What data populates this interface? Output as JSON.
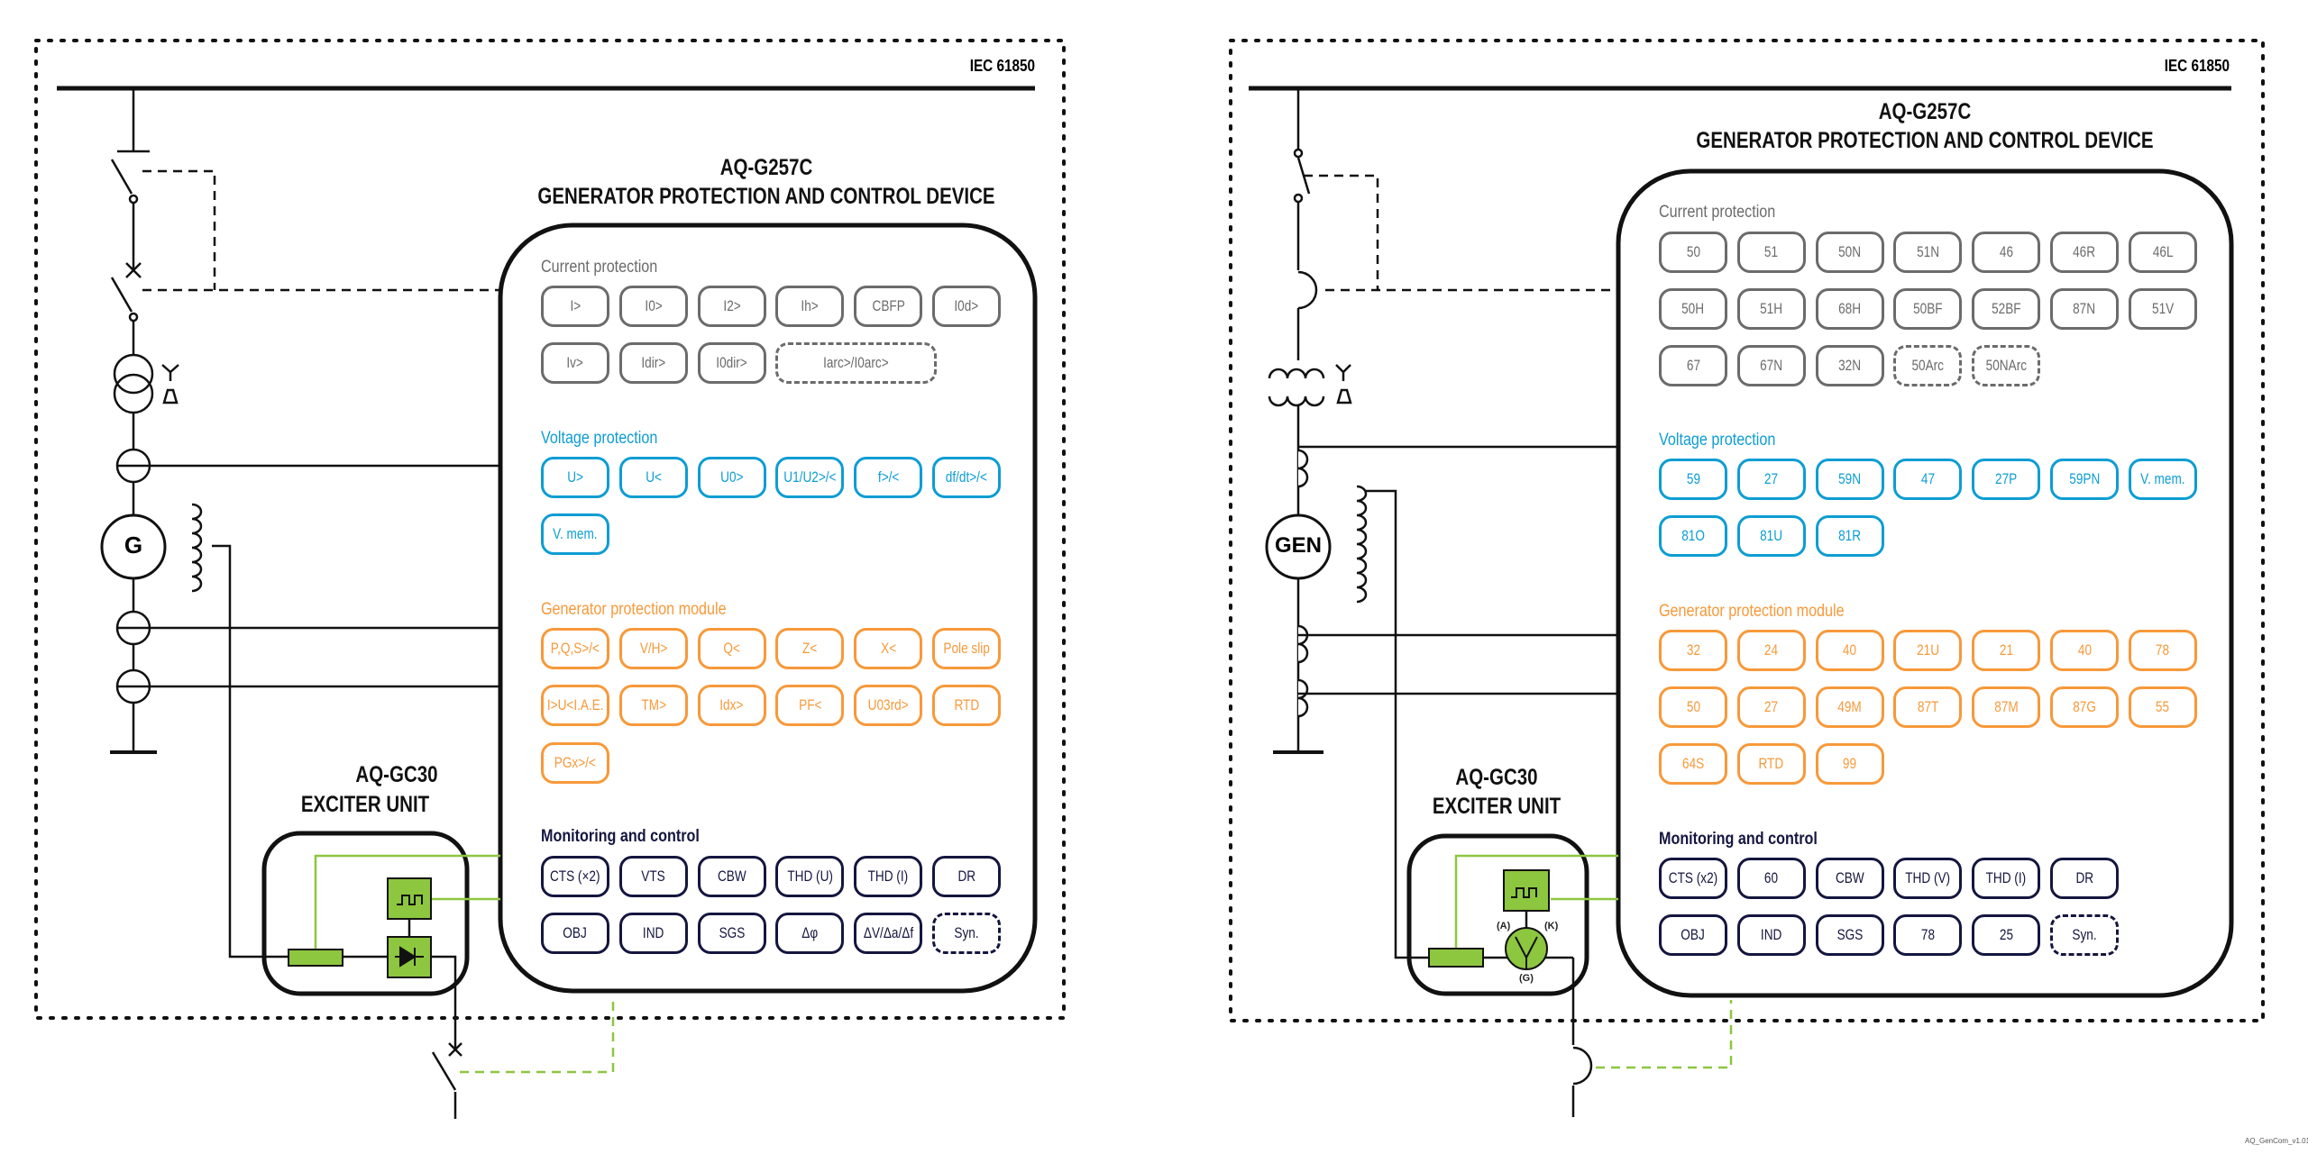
{
  "colors": {
    "current": "#6b6b6b",
    "voltage": "#0d9dd3",
    "generator": "#f7993a",
    "monitoring": "#14163f",
    "exciter_green": "#8dc63f"
  },
  "footer_code": "AQ_GenCom_v1.01",
  "panels": [
    {
      "iec_label": "IEC 61850",
      "device_model": "AQ-G257C",
      "device_title": "GENERATOR PROTECTION AND CONTROL DEVICE",
      "generator_label": "G",
      "exciter_model": "AQ-GC30",
      "exciter_title": "EXCITER UNIT",
      "sections": [
        {
          "key": "current",
          "title": "Current protection",
          "rows": [
            [
              {
                "label": "I>"
              },
              {
                "label": "I0>"
              },
              {
                "label": "I2>"
              },
              {
                "label": "Ih>"
              },
              {
                "label": "CBFP"
              },
              {
                "label": "I0d>"
              }
            ],
            [
              {
                "label": "Iv>"
              },
              {
                "label": "Idir>"
              },
              {
                "label": "I0dir>"
              },
              {
                "label": "Iarc>/I0arc>",
                "dashed": true,
                "wide": true
              }
            ]
          ]
        },
        {
          "key": "voltage",
          "title": "Voltage protection",
          "rows": [
            [
              {
                "label": "U>"
              },
              {
                "label": "U<"
              },
              {
                "label": "U0>"
              },
              {
                "label": "U1/U2>/<"
              },
              {
                "label": "f>/<"
              },
              {
                "label": "df/dt>/<"
              }
            ],
            [
              {
                "label": "V. mem."
              }
            ]
          ]
        },
        {
          "key": "generator",
          "title": "Generator protection module",
          "rows": [
            [
              {
                "label": "P,Q,S>/<"
              },
              {
                "label": "V/H>"
              },
              {
                "label": "Q<"
              },
              {
                "label": "Z<"
              },
              {
                "label": "X<"
              },
              {
                "label": "Pole slip"
              }
            ],
            [
              {
                "label": "I>U<I.A.E."
              },
              {
                "label": "TM>"
              },
              {
                "label": "Idx>"
              },
              {
                "label": "PF<"
              },
              {
                "label": "U03rd>"
              },
              {
                "label": "RTD"
              }
            ],
            [
              {
                "label": "PGx>/<"
              }
            ]
          ]
        },
        {
          "key": "monitoring",
          "title": "Monitoring and control",
          "rows": [
            [
              {
                "label": "CTS (×2)"
              },
              {
                "label": "VTS"
              },
              {
                "label": "CBW"
              },
              {
                "label": "THD (U)"
              },
              {
                "label": "THD (I)"
              },
              {
                "label": "DR"
              }
            ],
            [
              {
                "label": "OBJ"
              },
              {
                "label": "IND"
              },
              {
                "label": "SGS"
              },
              {
                "label": "Δφ"
              },
              {
                "label": "ΔV/Δa/Δf"
              },
              {
                "label": "Syn.",
                "dashed": true
              }
            ]
          ]
        }
      ]
    },
    {
      "iec_label": "IEC 61850",
      "device_model": "AQ-G257C",
      "device_title": "GENERATOR PROTECTION AND CONTROL DEVICE",
      "generator_label": "GEN",
      "exciter_model": "AQ-GC30",
      "exciter_title": "EXCITER UNIT",
      "thyristor_labels": {
        "anode": "(A)",
        "cathode": "(K)",
        "gate": "(G)"
      },
      "sections": [
        {
          "key": "current",
          "title": "Current protection",
          "rows": [
            [
              {
                "label": "50"
              },
              {
                "label": "51"
              },
              {
                "label": "50N"
              },
              {
                "label": "51N"
              },
              {
                "label": "46"
              },
              {
                "label": "46R"
              },
              {
                "label": "46L"
              }
            ],
            [
              {
                "label": "50H"
              },
              {
                "label": "51H"
              },
              {
                "label": "68H"
              },
              {
                "label": "50BF"
              },
              {
                "label": "52BF"
              },
              {
                "label": "87N"
              },
              {
                "label": "51V"
              }
            ],
            [
              {
                "label": "67"
              },
              {
                "label": "67N"
              },
              {
                "label": "32N"
              },
              {
                "label": "50Arc",
                "dashed": true
              },
              {
                "label": "50NArc",
                "dashed": true
              }
            ]
          ]
        },
        {
          "key": "voltage",
          "title": "Voltage protection",
          "rows": [
            [
              {
                "label": "59"
              },
              {
                "label": "27"
              },
              {
                "label": "59N"
              },
              {
                "label": "47"
              },
              {
                "label": "27P"
              },
              {
                "label": "59PN"
              },
              {
                "label": "V. mem."
              }
            ],
            [
              {
                "label": "81O"
              },
              {
                "label": "81U"
              },
              {
                "label": "81R"
              }
            ]
          ]
        },
        {
          "key": "generator",
          "title": "Generator protection module",
          "rows": [
            [
              {
                "label": "32"
              },
              {
                "label": "24"
              },
              {
                "label": "40"
              },
              {
                "label": "21U"
              },
              {
                "label": "21"
              },
              {
                "label": "40"
              },
              {
                "label": "78"
              }
            ],
            [
              {
                "label": "50"
              },
              {
                "label": "27"
              },
              {
                "label": "49M"
              },
              {
                "label": "87T"
              },
              {
                "label": "87M"
              },
              {
                "label": "87G"
              },
              {
                "label": "55"
              }
            ],
            [
              {
                "label": "64S"
              },
              {
                "label": "RTD"
              },
              {
                "label": "99"
              }
            ]
          ]
        },
        {
          "key": "monitoring",
          "title": "Monitoring and control",
          "rows": [
            [
              {
                "label": "CTS (x2)"
              },
              {
                "label": "60"
              },
              {
                "label": "CBW"
              },
              {
                "label": "THD (V)"
              },
              {
                "label": "THD (I)"
              },
              {
                "label": "DR"
              }
            ],
            [
              {
                "label": "OBJ"
              },
              {
                "label": "IND"
              },
              {
                "label": "SGS"
              },
              {
                "label": "78"
              },
              {
                "label": "25"
              },
              {
                "label": "Syn.",
                "dashed": true
              }
            ]
          ]
        }
      ]
    }
  ]
}
